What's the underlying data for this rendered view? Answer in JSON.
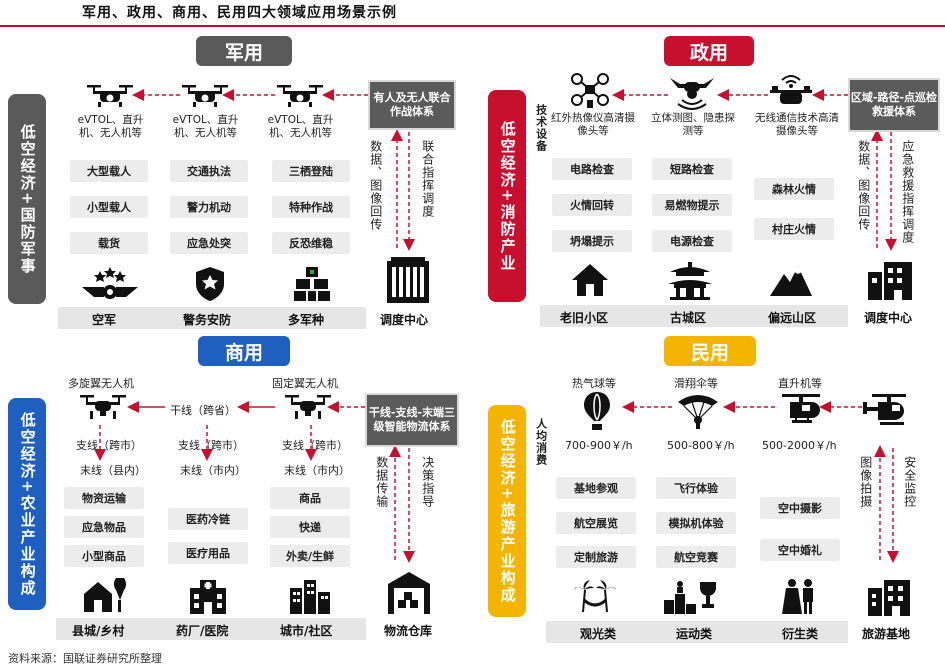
{
  "title": "军用、政用、商用、民用四大领域应用场景示例",
  "colors": {
    "military": "#5a5a5a",
    "gov": "#c8102e",
    "commerce": "#1f5fbf",
    "civil": "#f5b400",
    "arrow": "#c8102e"
  },
  "military": {
    "tag": "军用",
    "side": "低空经济+国防军事",
    "callout": "有人及无人联合作战体系",
    "vertical_left": "数据、图像回传",
    "vertical_right": "联合指挥调度",
    "columns": [
      {
        "caption": "eVTOL、直升机、无人机等",
        "items": [
          "大型载人",
          "小型载人",
          "载货"
        ],
        "base": "空军"
      },
      {
        "caption": "eVTOL、直升机、无人机等",
        "items": [
          "交通执法",
          "警力机动",
          "应急处突"
        ],
        "base": "警务安防"
      },
      {
        "caption": "eVTOL、直升机、无人机等",
        "items": [
          "三栖登陆",
          "特种作战",
          "反恐维稳"
        ],
        "base": "多军种"
      }
    ],
    "hub": "调度中心"
  },
  "gov": {
    "tag": "政用",
    "side": "低空经济+消防产业",
    "callout": "区域-路径-点巡检救援体系",
    "vertical_left": "数据、图像回传",
    "vertical_right": "应急救援指挥调度",
    "tech_label": "技术设备",
    "columns": [
      {
        "caption": "红外热像仪高清摄像头等",
        "items": [
          "电路检查",
          "火情回转",
          "坍塌提示"
        ],
        "base": "老旧小区"
      },
      {
        "caption": "立体测图、隐患探测等",
        "items": [
          "短路检查",
          "易燃物提示",
          "电源检查"
        ],
        "base": "古城区"
      },
      {
        "caption": "无线通信技术高清摄像头等",
        "items": [
          "森林火情",
          "村庄火情"
        ],
        "base": "偏远山区"
      }
    ],
    "hub": "调度中心"
  },
  "commerce": {
    "tag": "商用",
    "side": "低空经济+农业产业构成",
    "callout": "干线-支线-末端三级智能物流体系",
    "vertical_left": "数据传输",
    "vertical_right": "决策指导",
    "left_drone": "多旋翼无人机",
    "right_drone": "固定翼无人机",
    "trunk": "干线（跨省）",
    "columns": [
      {
        "branch": "支线（跨市）",
        "last": "末线（县内）",
        "items": [
          "物资运输",
          "应急物品",
          "小型商品"
        ],
        "base": "县城/乡村"
      },
      {
        "branch": "支线（跨市）",
        "last": "末线（市内）",
        "items": [
          "医药冷链",
          "医疗用品"
        ],
        "base": "药厂/医院"
      },
      {
        "branch": "支线（跨市）",
        "last": "末线（市内）",
        "items": [
          "商品",
          "快递",
          "外卖/生鲜"
        ],
        "base": "城市/社区"
      }
    ],
    "hub": "物流仓库"
  },
  "civil": {
    "tag": "民用",
    "side": "低空经济+旅游产业构成",
    "per_capita": "人均消费",
    "vertical_left": "图像拍摄",
    "vertical_right": "安全监控",
    "columns": [
      {
        "caption": "热气球等",
        "price": "700-900￥/h",
        "items": [
          "基地参观",
          "航空展览",
          "定制旅游"
        ],
        "base": "观光类"
      },
      {
        "caption": "滑翔伞等",
        "price": "500-800￥/h",
        "items": [
          "飞行体验",
          "模拟机体验",
          "航空竞赛"
        ],
        "base": "运动类"
      },
      {
        "caption": "直升机等",
        "price": "500-2000￥/h",
        "items": [
          "空中摄影",
          "空中婚礼"
        ],
        "base": "衍生类"
      }
    ],
    "hub": "旅游基地"
  },
  "source": "资料来源：国联证券研究所整理"
}
